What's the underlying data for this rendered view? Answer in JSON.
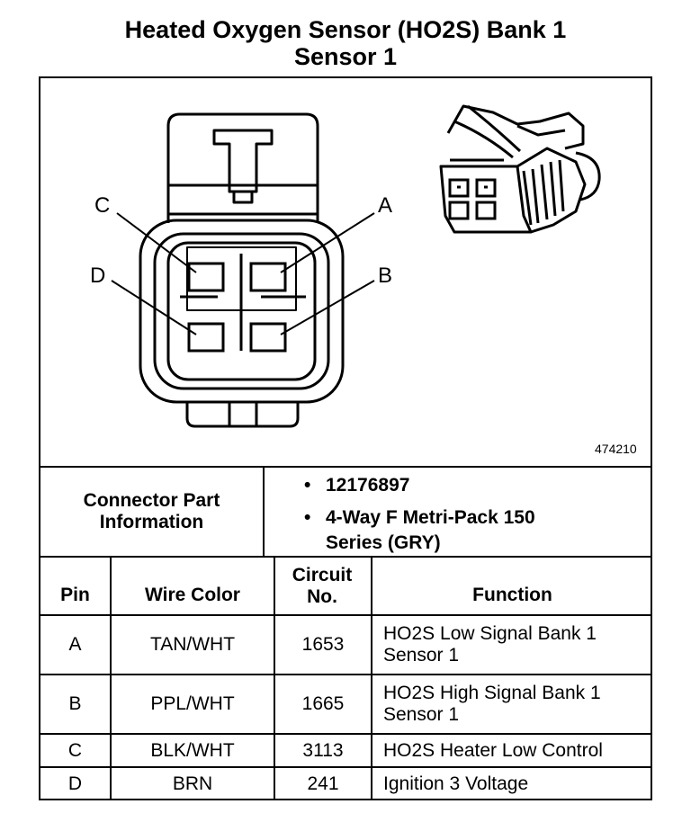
{
  "title": {
    "line1": "Heated Oxygen Sensor (HO2S) Bank 1",
    "line2": "Sensor 1"
  },
  "diagram": {
    "pin_labels": [
      "A",
      "B",
      "C",
      "D"
    ],
    "figure_number": "474210"
  },
  "connector_info": {
    "label": "Connector Part Information",
    "items": [
      "12176897",
      "4-Way F Metri-Pack 150 Series (GRY)"
    ]
  },
  "table": {
    "headers": {
      "pin": "Pin",
      "wire_color": "Wire Color",
      "circuit_no": "Circuit No.",
      "function": "Function"
    },
    "rows": [
      {
        "pin": "A",
        "wire_color": "TAN/WHT",
        "circuit": "1653",
        "function": "HO2S Low Signal Bank 1 Sensor 1"
      },
      {
        "pin": "B",
        "wire_color": "PPL/WHT",
        "circuit": "1665",
        "function": "HO2S High Signal Bank 1 Sensor 1"
      },
      {
        "pin": "C",
        "wire_color": "BLK/WHT",
        "circuit": "3113",
        "function": "HO2S Heater Low Control"
      },
      {
        "pin": "D",
        "wire_color": "BRN",
        "circuit": "241",
        "function": "Ignition 3 Voltage"
      }
    ]
  }
}
